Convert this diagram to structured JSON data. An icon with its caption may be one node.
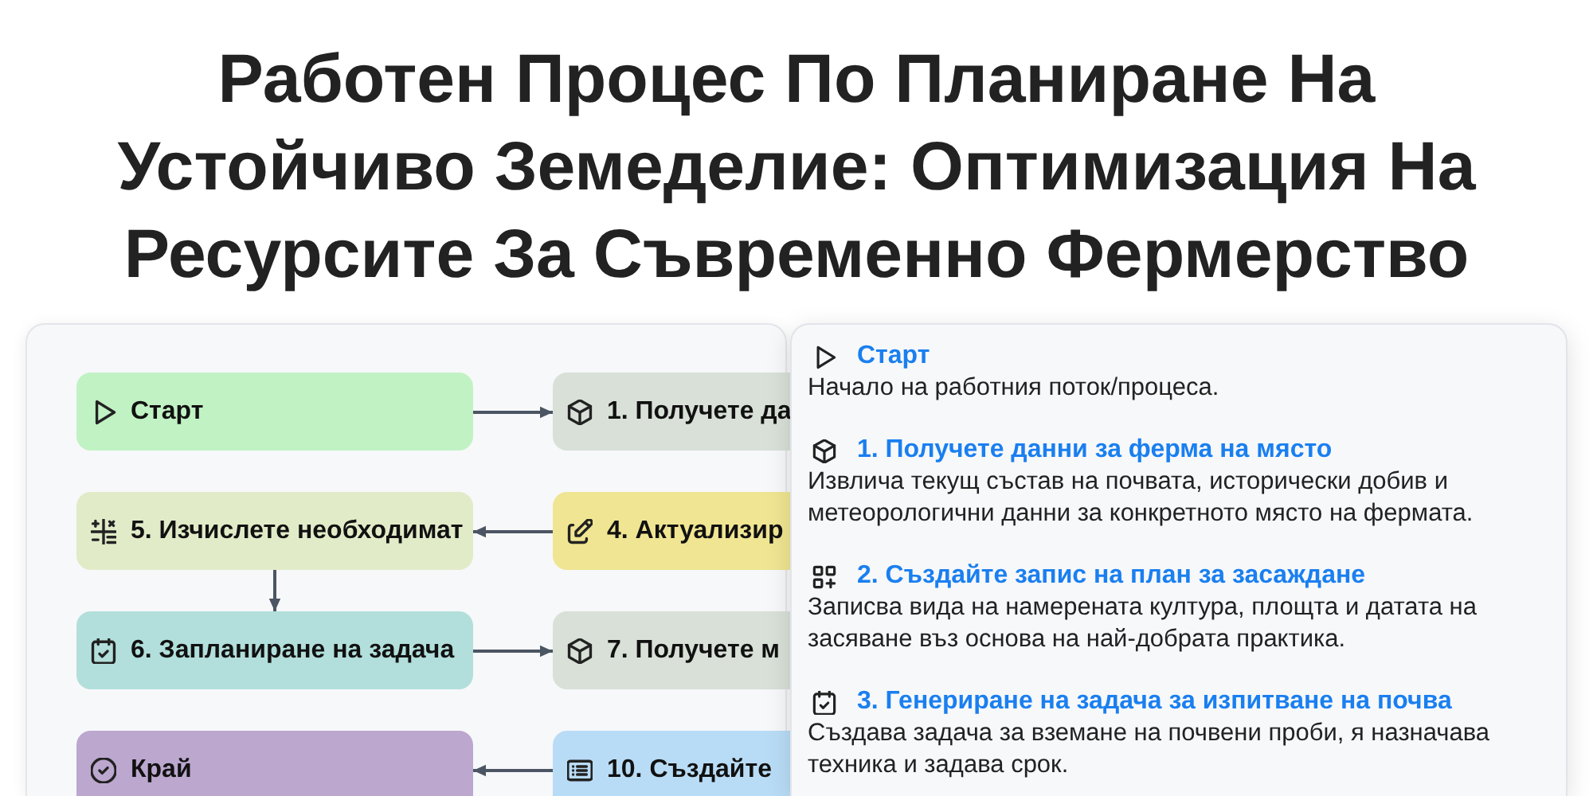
{
  "diagram": {
    "title": "Работен Процес По Планиране На Устойчиво Земеделие: Оптимизация На Ресурсите За Съвременно Фермерство",
    "nodes": [
      {
        "text": [
          "Старт"
        ]
      },
      {
        "text": [
          "1. Получете да"
        ]
      },
      {
        "text": [
          "5. Изчислете необходимат"
        ]
      },
      {
        "text": [
          "4. Актуализир"
        ]
      },
      {
        "text": [
          "6. Запланиране на задача"
        ]
      },
      {
        "text": [
          "7. Получете м"
        ]
      },
      {
        "text": [
          "Край"
        ]
      },
      {
        "text": [
          "10. Създайте"
        ]
      },
      {
        "text": [
          "Старт",
          "Начало на работния поток/процеса.",
          "1. Получете данни за ферма на място",
          "Извлича текущ състав на почвата, исторически добив и метеорологични данни за конкретното място на фермата.",
          "2. Създайте запис на план за засаждане",
          "Записва вида на намерената култура, площта и датата на засяване въз основа на най-добрата практика.",
          "3. Генериране на задача за изпитване на почва",
          "Създава задача за вземане на почвени проби, я назначава техника и задава срок."
        ]
      }
    ],
    "edges": [
      {
        "from": 0,
        "to": 1,
        "arrow": "to"
      },
      {
        "from": 3,
        "to": 2,
        "arrow": "to"
      },
      {
        "from": 2,
        "to": 4,
        "arrow": "to"
      },
      {
        "from": 4,
        "to": 5,
        "arrow": "to"
      },
      {
        "from": 7,
        "to": 6,
        "arrow": "to"
      }
    ]
  }
}
